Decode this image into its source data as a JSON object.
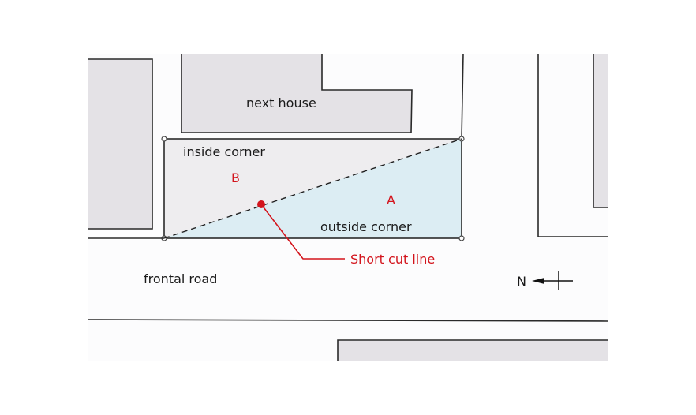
{
  "labels": {
    "next_house": "next house",
    "inside_corner": "inside corner",
    "outside_corner": "outside corner",
    "frontal_road": "frontal road",
    "region_a": "A",
    "region_b": "B",
    "short_cut_line": "Short cut line",
    "north": "N"
  },
  "colors": {
    "building_fill": "#e4e2e6",
    "lot_fill": "#eeedef",
    "triangle_fill": "#dcedf3",
    "accent_red": "#d3141c"
  }
}
